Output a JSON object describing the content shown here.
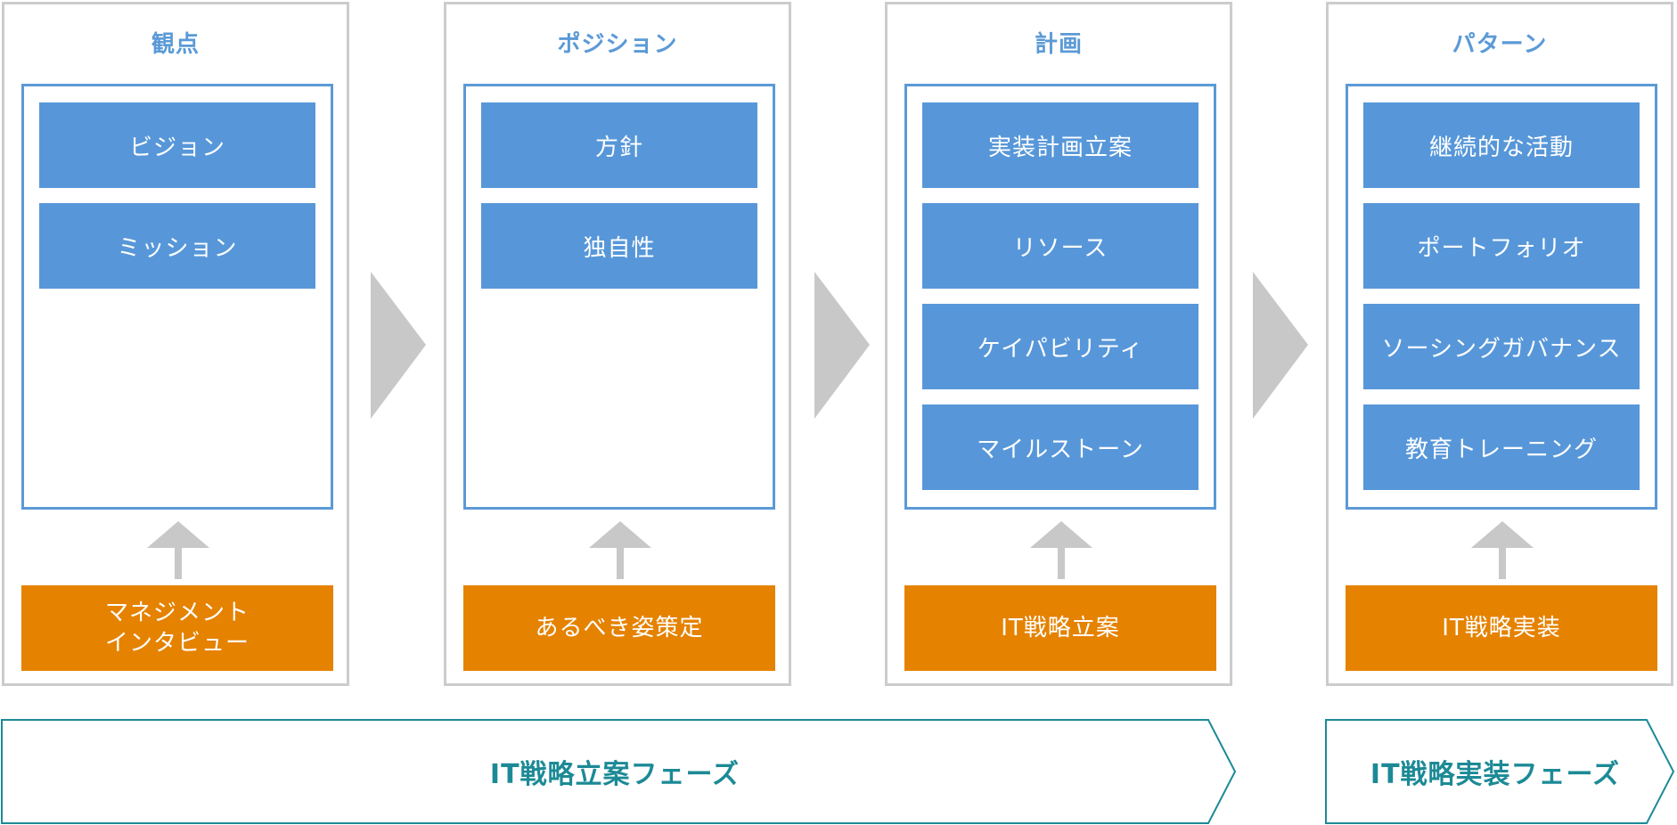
{
  "columns": [
    {
      "title": "観点",
      "items": [
        "ビジョン",
        "ミッション"
      ],
      "source": "マネジメント\nインタビュー"
    },
    {
      "title": "ポジション",
      "items": [
        "方針",
        "独自性"
      ],
      "source": "あるべき姿策定"
    },
    {
      "title": "計画",
      "items": [
        "実装計画立案",
        "リソース",
        "ケイパビリティ",
        "マイルストーン"
      ],
      "source": "IT戦略立案"
    },
    {
      "title": "パターン",
      "items": [
        "継続的な活動",
        "ポートフォリオ",
        "ソーシングガバナンス",
        "教育トレーニング"
      ],
      "source": "IT戦略実装"
    }
  ],
  "phases": [
    {
      "label": "IT戦略立案フェーズ"
    },
    {
      "label": "IT戦略実装フェーズ"
    }
  ],
  "colors": {
    "column_border": "#cccccc",
    "title_blue": "#5b9ad6",
    "item_blue": "#5797d9",
    "source_orange": "#e58200",
    "arrow_gray": "#c8c8c8",
    "phase_teal": "#1c8a96"
  }
}
